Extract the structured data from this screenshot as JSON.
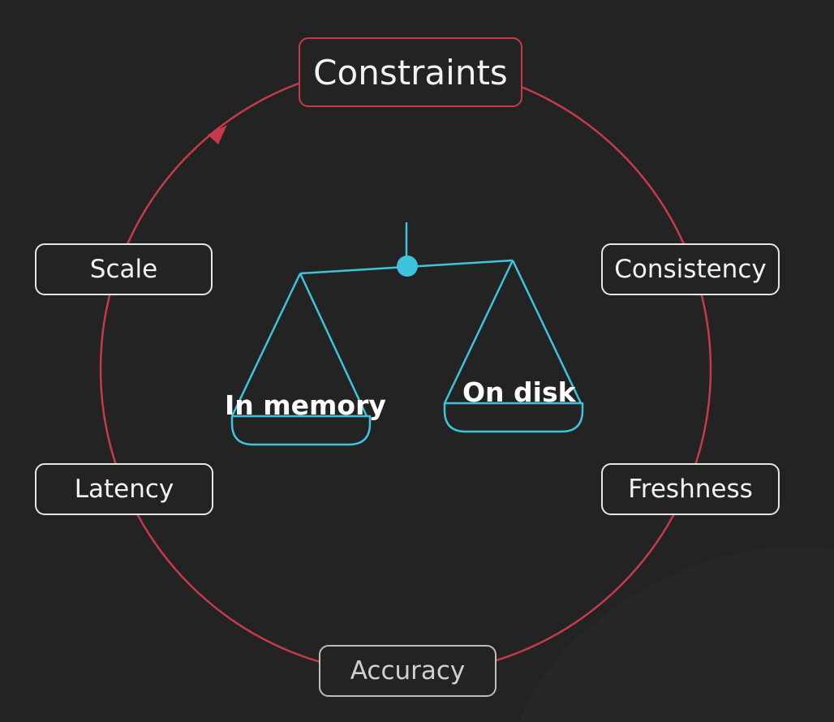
{
  "diagram": {
    "center_node": "Constraints",
    "nodes": [
      {
        "id": "scale",
        "label": "Scale"
      },
      {
        "id": "consistency",
        "label": "Consistency"
      },
      {
        "id": "latency",
        "label": "Latency"
      },
      {
        "id": "freshness",
        "label": "Freshness"
      },
      {
        "id": "accuracy",
        "label": "Accuracy"
      }
    ],
    "scale_balance": {
      "left_pan": "In memory",
      "right_pan": "On disk"
    },
    "colors": {
      "background": "#232323",
      "cycle": "#c73a4b",
      "balance": "#3ec3dc",
      "node_border": "#e6e6e6",
      "text": "#f2f2f2"
    }
  }
}
